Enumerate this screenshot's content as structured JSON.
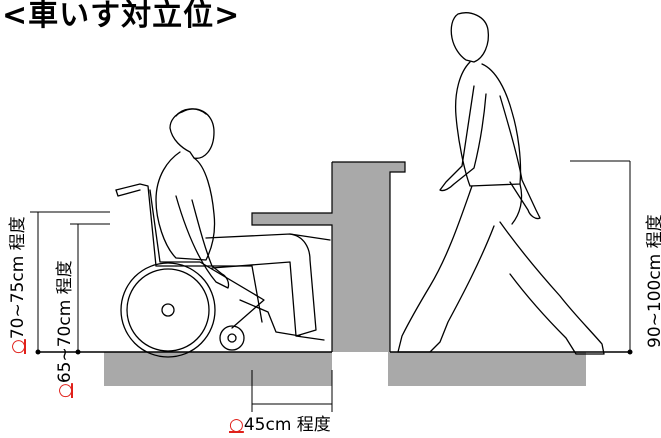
{
  "title": "<車いす対立位>",
  "dimensions": {
    "wheelchair_elbow_height": {
      "marker": "○",
      "text": "70~75cm 程度"
    },
    "wheelchair_knee_clearance": {
      "marker": "○",
      "text": "65~70cm 程度"
    },
    "standing_counter_height": {
      "text": "90~100cm 程度"
    },
    "knee_depth": {
      "marker": "○",
      "text": "45cm 程度"
    }
  },
  "colors": {
    "structure": "#a9a9a9",
    "accent": "#e0201a",
    "line": "#000000"
  }
}
